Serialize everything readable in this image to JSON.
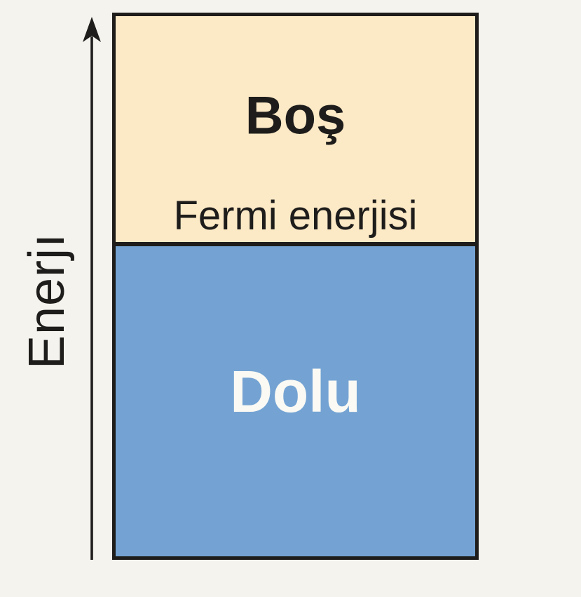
{
  "diagram": {
    "axis_label": "Enerjı",
    "bands": {
      "empty_label": "Boş",
      "fermi_level_label": "Fermi enerjisi",
      "filled_label": "Dolu"
    },
    "colors": {
      "background": "#f5f3ee",
      "empty_band_fill": "#fce9c6",
      "filled_band_fill": "#74a3d3",
      "line": "#1e1d1b",
      "dark_text": "#1e1d1b",
      "filled_band_text": "#faf9f4"
    }
  }
}
